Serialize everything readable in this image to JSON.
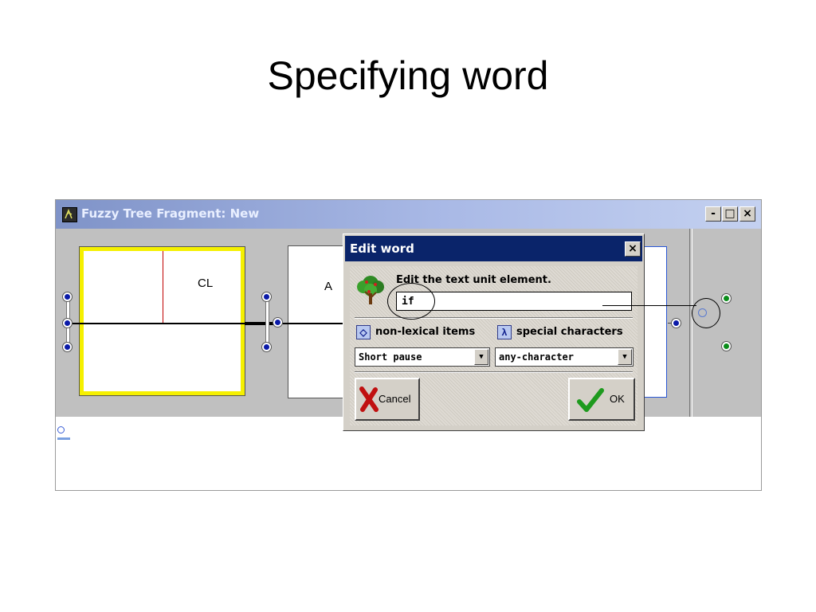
{
  "slide": {
    "title": "Specifying word"
  },
  "window": {
    "title": "Fuzzy Tree Fragment: New",
    "min_glyph": "-",
    "max_glyph": "□",
    "close_glyph": "×"
  },
  "canvas": {
    "node1_label": "CL",
    "node2_label": "A"
  },
  "dialog": {
    "title": "Edit word",
    "close_glyph": "×",
    "prompt": "Edit the text unit element.",
    "word_value": "if",
    "non_lexical_label": "non-lexical items",
    "non_lexical_icon_glyph": "◇",
    "special_chars_label": "special characters",
    "special_chars_icon_glyph": "λ",
    "combo_pause": {
      "value": "Short pause"
    },
    "combo_char": {
      "value": "any-character"
    },
    "combo_arrow": "▼",
    "cancel_label": "Cancel",
    "ok_label": "OK"
  },
  "colors": {
    "dialog_title_bg": "#0a246a",
    "window_title_start": "#7f93c8",
    "highlight": "#f5f000"
  }
}
